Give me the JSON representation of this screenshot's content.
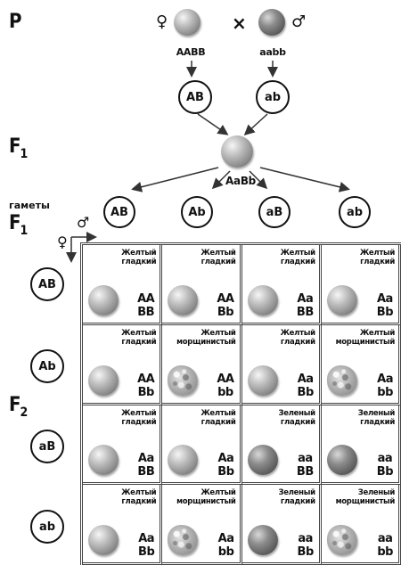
{
  "generations": {
    "p": "P",
    "f1": "F",
    "f1_sub": "1",
    "f1b": "F",
    "f1b_sub": "1",
    "f2": "F",
    "f2_sub": "2"
  },
  "gametes_label": "гаметы",
  "symbols": {
    "female": "♀",
    "male": "♂",
    "cross": "×"
  },
  "parents": {
    "female_genotype": "AABB",
    "male_genotype": "aabb"
  },
  "parent_gametes": [
    "AB",
    "ab"
  ],
  "f1_genotype": "AaBb",
  "f1_gametes": [
    "AB",
    "Ab",
    "aB",
    "ab"
  ],
  "rows": [
    "AB",
    "Ab",
    "aB",
    "ab"
  ],
  "cells": [
    [
      {
        "pheno": [
          "Желтый",
          "гладкий"
        ],
        "geno": [
          "AA",
          "BB"
        ],
        "pea": "yellow-smooth"
      },
      {
        "pheno": [
          "Желтый",
          "гладкий"
        ],
        "geno": [
          "AA",
          "Bb"
        ],
        "pea": "yellow-smooth"
      },
      {
        "pheno": [
          "Желтый",
          "гладкий"
        ],
        "geno": [
          "Aa",
          "BB"
        ],
        "pea": "yellow-smooth"
      },
      {
        "pheno": [
          "Желтый",
          "гладкий"
        ],
        "geno": [
          "Aa",
          "Bb"
        ],
        "pea": "yellow-smooth"
      }
    ],
    [
      {
        "pheno": [
          "Желтый",
          "гладкий"
        ],
        "geno": [
          "AA",
          "Bb"
        ],
        "pea": "yellow-smooth"
      },
      {
        "pheno": [
          "Желтый",
          "морщинистый"
        ],
        "geno": [
          "AA",
          "bb"
        ],
        "pea": "yellow-wrinkled"
      },
      {
        "pheno": [
          "Желтый",
          "гладкий"
        ],
        "geno": [
          "Aa",
          "Bb"
        ],
        "pea": "yellow-smooth"
      },
      {
        "pheno": [
          "Желтый",
          "морщинистый"
        ],
        "geno": [
          "Aa",
          "bb"
        ],
        "pea": "yellow-wrinkled"
      }
    ],
    [
      {
        "pheno": [
          "Желтый",
          "гладкий"
        ],
        "geno": [
          "Aa",
          "BB"
        ],
        "pea": "yellow-smooth"
      },
      {
        "pheno": [
          "Желтый",
          "гладкий"
        ],
        "geno": [
          "Aa",
          "Bb"
        ],
        "pea": "yellow-smooth"
      },
      {
        "pheno": [
          "Зеленый",
          "гладкий"
        ],
        "geno": [
          "aa",
          "BB"
        ],
        "pea": "green-smooth"
      },
      {
        "pheno": [
          "Зеленый",
          "гладкий"
        ],
        "geno": [
          "aa",
          "Bb"
        ],
        "pea": "green-smooth"
      }
    ],
    [
      {
        "pheno": [
          "Желтый",
          "гладкий"
        ],
        "geno": [
          "Aa",
          "Bb"
        ],
        "pea": "yellow-smooth"
      },
      {
        "pheno": [
          "Желтый",
          "морщинистый"
        ],
        "geno": [
          "Aa",
          "bb"
        ],
        "pea": "yellow-wrinkled"
      },
      {
        "pheno": [
          "Зеленый",
          "гладкий"
        ],
        "geno": [
          "aa",
          "Bb"
        ],
        "pea": "green-smooth"
      },
      {
        "pheno": [
          "Зеленый",
          "морщинистый"
        ],
        "geno": [
          "aa",
          "bb"
        ],
        "pea": "green-wrinkled"
      }
    ]
  ]
}
